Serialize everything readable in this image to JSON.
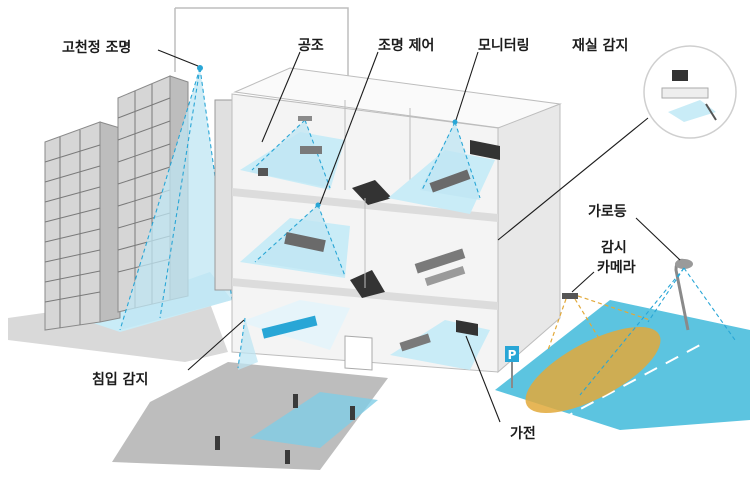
{
  "labels": {
    "high_ceiling_light": "고천정 조명",
    "hvac": "공조",
    "lighting_control": "조명 제어",
    "monitoring": "모니터링",
    "occupancy": "재실 감지",
    "streetlight": "가로등",
    "camera_line1": "감시",
    "camera_line2": "카메라",
    "intrusion": "침입 감지",
    "appliance": "가전"
  },
  "parking_sign": "P",
  "colors": {
    "beam": "#bfe6f3",
    "beam_line": "#29a6d6",
    "camera_zone": "#e2a93a",
    "road": "#5cc4e0",
    "ground": "#c8c8c8"
  }
}
